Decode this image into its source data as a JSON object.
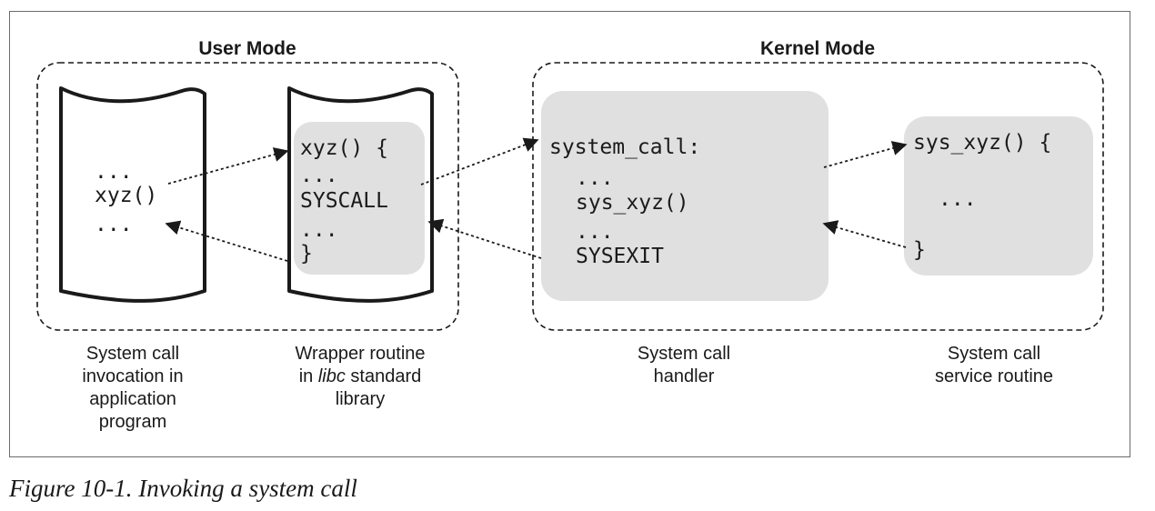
{
  "diagram": {
    "user_mode_title": "User Mode",
    "kernel_mode_title": "Kernel Mode",
    "app_page": {
      "line1": "...",
      "line2": "xyz()",
      "line3": "..."
    },
    "wrapper_page": {
      "line1": "xyz() {",
      "line2": "...",
      "line3": "SYSCALL",
      "line4": "...",
      "line5": "}"
    },
    "handler": {
      "line1": "system_call:",
      "line2": "...",
      "line3": "sys_xyz()",
      "line4": "...",
      "line5": "SYSEXIT"
    },
    "service": {
      "line1": "sys_xyz() {",
      "line2": "...",
      "line3": "}"
    },
    "labels": {
      "app": [
        "System call",
        "invocation in",
        "application",
        "program"
      ],
      "wrapper_line1": "Wrapper routine",
      "wrapper_line2_pre": "in ",
      "wrapper_line2_italic": "libc",
      "wrapper_line2_post": " standard",
      "wrapper_line3": "library",
      "handler": [
        "System call",
        "handler"
      ],
      "service": [
        "System call",
        "service routine"
      ]
    }
  },
  "caption": "Figure 10-1. Invoking a system call"
}
